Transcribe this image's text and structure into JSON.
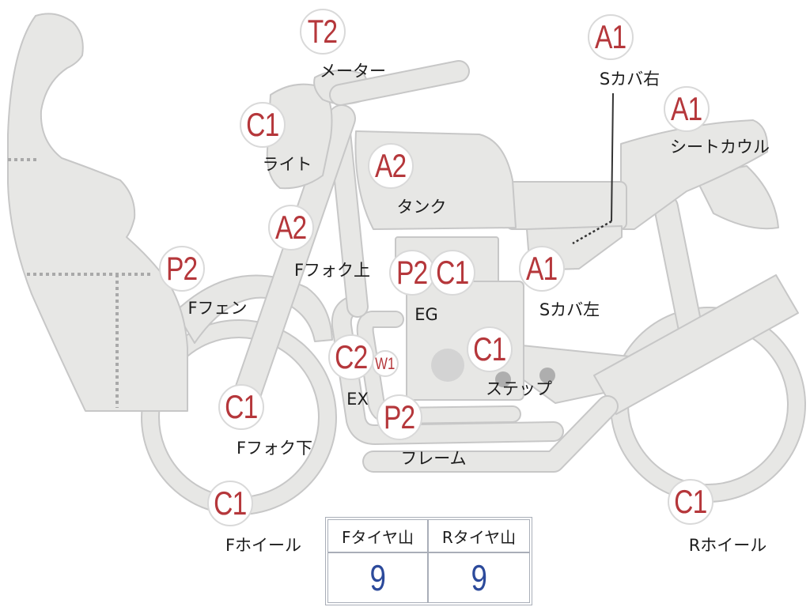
{
  "colors": {
    "grade_code": "#b5373b",
    "tread_value": "#2c4a9b",
    "bike_fill": "#e7e7e5",
    "bike_outline": "#c7c7c7"
  },
  "parts": [
    {
      "name": "メーター",
      "grade": "T2"
    },
    {
      "name": "Sカバ右",
      "grade": "A1"
    },
    {
      "name": "シートカウル",
      "grade": "A1"
    },
    {
      "name": "ライト",
      "grade": "C1"
    },
    {
      "name": "タンク",
      "grade": "A2"
    },
    {
      "name": "Fフォク上",
      "grade": "A2"
    },
    {
      "name": "Fフェン",
      "grade": "P2"
    },
    {
      "name": "EG",
      "grades": [
        "P2",
        "C1"
      ]
    },
    {
      "name": "Sカバ左",
      "grade": "A1"
    },
    {
      "name": "EX",
      "grades": [
        "C2",
        "W1"
      ]
    },
    {
      "name": "ステップ",
      "grade": "C1"
    },
    {
      "name": "Fフォク下",
      "grade": "C1"
    },
    {
      "name": "フレーム",
      "grade": "P2"
    },
    {
      "name": "Fホイール",
      "grade": "C1"
    },
    {
      "name": "Rホイール",
      "grade": "C1"
    }
  ],
  "tire_tread": {
    "front_label": "Fタイヤ山",
    "front_value": 9,
    "rear_label": "Rタイヤ山",
    "rear_value": 9
  }
}
